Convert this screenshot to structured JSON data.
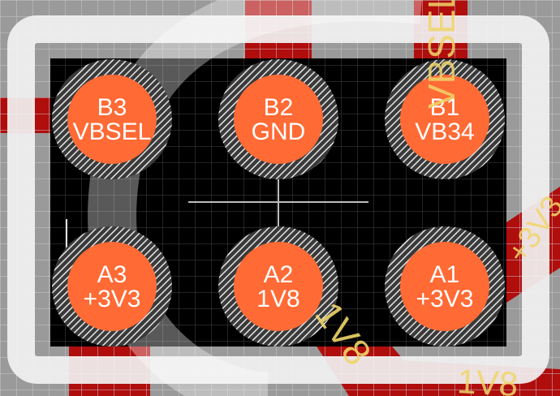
{
  "pads": [
    {
      "id": "pad-b3",
      "label": "B3",
      "net": "VBSEL"
    },
    {
      "id": "pad-b2",
      "label": "B2",
      "net": "GND"
    },
    {
      "id": "pad-b1",
      "label": "B1",
      "net": "VB34"
    },
    {
      "id": "pad-a3",
      "label": "A3",
      "net": "+3V3"
    },
    {
      "id": "pad-a2",
      "label": "A2",
      "net": "1V8"
    },
    {
      "id": "pad-a1",
      "label": "A1",
      "net": "+3V3"
    }
  ],
  "track_labels": {
    "top_right": "VBSEL",
    "right_diagonal": "+3V3",
    "center_diagonal": "1V8",
    "bottom_right": "1V8"
  },
  "colors": {
    "board_background": "#9a9a9a",
    "grid_line": "#c8c8c8",
    "copper_track": "#b00d0d",
    "courtyard": "#f2f2f2",
    "body_fill": "#000000",
    "pad_fill": "#ff6a35",
    "net_label": "#f0d66a"
  }
}
